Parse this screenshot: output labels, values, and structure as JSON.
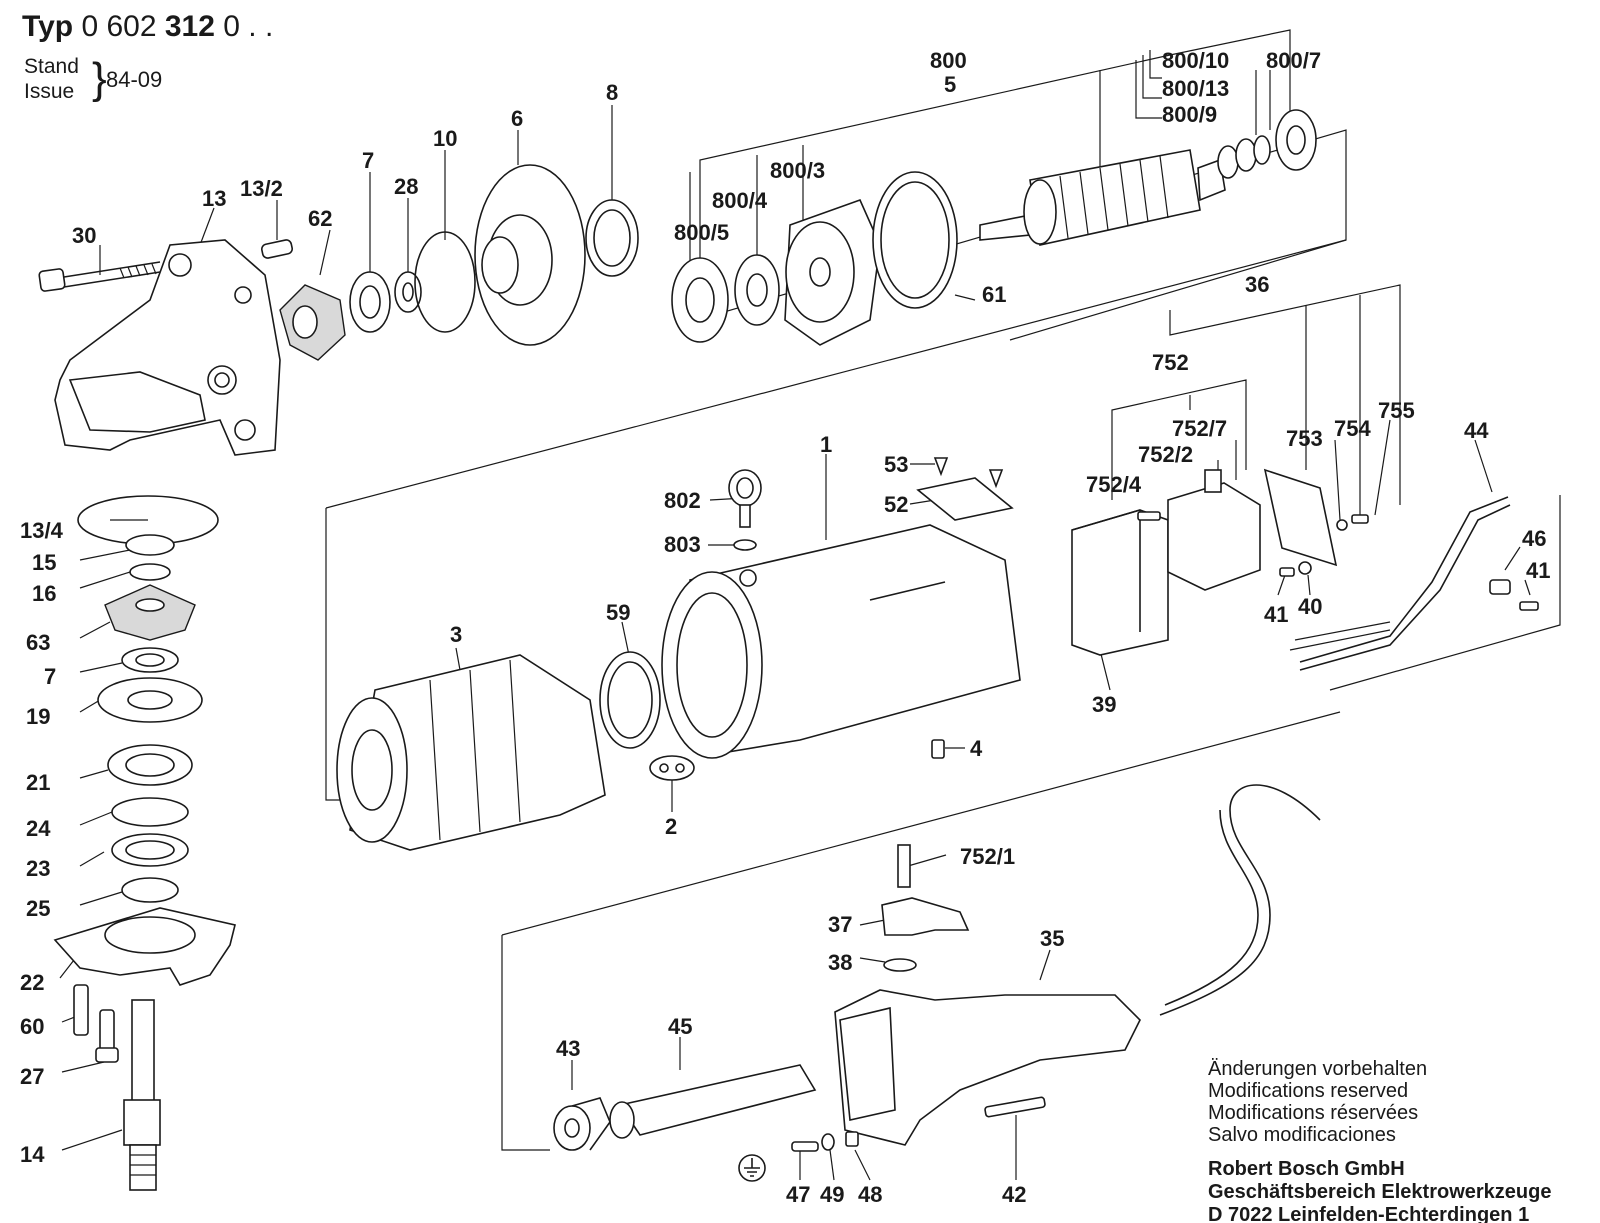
{
  "header": {
    "typ_word": "Typ",
    "typ_prefix": "0 602",
    "typ_bold": "312",
    "typ_suffix": "0 . .",
    "stand_label": "Stand",
    "issue_label": "Issue",
    "brace": "}",
    "date": "84-09"
  },
  "notes": {
    "de": "Änderungen vorbehalten",
    "en": "Modifications reserved",
    "fr": "Modifications réservées",
    "es": "Salvo modificaciones"
  },
  "company": {
    "name": "Robert Bosch GmbH",
    "division": "Geschäftsbereich Elektrowerkzeuge",
    "address": "D 7022 Leinfelden-Echterdingen 1"
  },
  "labels": {
    "p1": "1",
    "p2": "2",
    "p3": "3",
    "p4": "4",
    "p5": "5",
    "p6": "6",
    "p7a": "7",
    "p7b": "7",
    "p8": "8",
    "p10": "10",
    "p13": "13",
    "p13_2": "13/2",
    "p13_4": "13/4",
    "p14": "14",
    "p15": "15",
    "p16": "16",
    "p19": "19",
    "p21": "21",
    "p22": "22",
    "p23": "23",
    "p24": "24",
    "p25": "25",
    "p27": "27",
    "p28": "28",
    "p30": "30",
    "p35": "35",
    "p36": "36",
    "p37": "37",
    "p38": "38",
    "p39": "39",
    "p40": "40",
    "p41a": "41",
    "p41b": "41",
    "p42": "42",
    "p43": "43",
    "p44": "44",
    "p45": "45",
    "p46": "46",
    "p47": "47",
    "p48": "48",
    "p49": "49",
    "p52": "52",
    "p53": "53",
    "p59": "59",
    "p60": "60",
    "p61": "61",
    "p62": "62",
    "p63": "63",
    "p752": "752",
    "p752_1": "752/1",
    "p752_2": "752/2",
    "p752_4": "752/4",
    "p752_7": "752/7",
    "p753": "753",
    "p754": "754",
    "p755": "755",
    "p800": "800",
    "p800_3": "800/3",
    "p800_4": "800/4",
    "p800_5": "800/5",
    "p800_7": "800/7",
    "p800_9": "800/9",
    "p800_10": "800/10",
    "p800_13": "800/13",
    "p802": "802",
    "p803": "803"
  }
}
